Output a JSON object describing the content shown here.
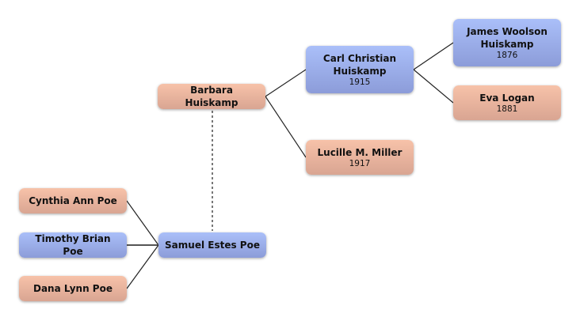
{
  "colors": {
    "female": "#f0b9a1",
    "male": "#9fb1ef"
  },
  "people": {
    "barbara": {
      "name": "Barbara Huiskamp",
      "gender": "female"
    },
    "carl": {
      "name": "Carl Christian Huiskamp",
      "year": "1915",
      "gender": "male"
    },
    "lucille": {
      "name": "Lucille M. Miller",
      "year": "1917",
      "gender": "female"
    },
    "james": {
      "name": "James Woolson Huiskamp",
      "year": "1876",
      "gender": "male"
    },
    "eva": {
      "name": "Eva Logan",
      "year": "1881",
      "gender": "female"
    },
    "samuel": {
      "name": "Samuel Estes Poe",
      "gender": "male"
    },
    "cynthia": {
      "name": "Cynthia Ann Poe",
      "gender": "female"
    },
    "timothy": {
      "name": "Timothy Brian Poe",
      "gender": "male"
    },
    "dana": {
      "name": "Dana Lynn Poe",
      "gender": "female"
    }
  }
}
